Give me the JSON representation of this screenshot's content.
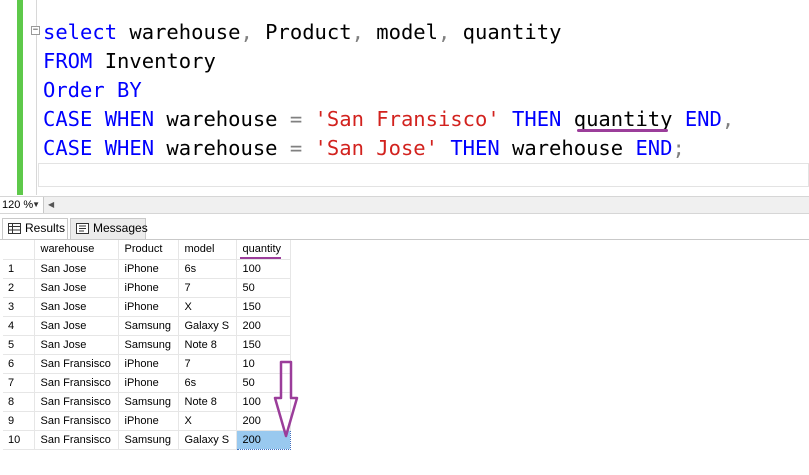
{
  "editor": {
    "collapse_glyph": "−",
    "lines": [
      [
        {
          "t": "select",
          "c": "kw"
        },
        {
          "t": " warehouse",
          "c": ""
        },
        {
          "t": ",",
          "c": "op"
        },
        {
          "t": " Product",
          "c": ""
        },
        {
          "t": ",",
          "c": "op"
        },
        {
          "t": " model",
          "c": ""
        },
        {
          "t": ",",
          "c": "op"
        },
        {
          "t": " quantity",
          "c": ""
        }
      ],
      [
        {
          "t": "FROM",
          "c": "kw"
        },
        {
          "t": " Inventory",
          "c": ""
        }
      ],
      [
        {
          "t": "Order BY",
          "c": "kw"
        }
      ],
      [
        {
          "t": "CASE WHEN",
          "c": "kw"
        },
        {
          "t": " warehouse ",
          "c": ""
        },
        {
          "t": "=",
          "c": "op"
        },
        {
          "t": " ",
          "c": ""
        },
        {
          "t": "'San Fransisco'",
          "c": "str"
        },
        {
          "t": " ",
          "c": ""
        },
        {
          "t": "THEN",
          "c": "kw"
        },
        {
          "t": " quantity ",
          "c": ""
        },
        {
          "t": "END",
          "c": "kw"
        },
        {
          "t": ",",
          "c": "op"
        }
      ],
      [
        {
          "t": "CASE WHEN",
          "c": "kw"
        },
        {
          "t": " warehouse ",
          "c": ""
        },
        {
          "t": "=",
          "c": "op"
        },
        {
          "t": " ",
          "c": ""
        },
        {
          "t": "'San Jose'",
          "c": "str"
        },
        {
          "t": " ",
          "c": ""
        },
        {
          "t": "THEN",
          "c": "kw"
        },
        {
          "t": " warehouse ",
          "c": ""
        },
        {
          "t": "END",
          "c": "kw"
        },
        {
          "t": ";",
          "c": "op"
        }
      ]
    ]
  },
  "zoom": {
    "value": "120 %"
  },
  "tabs": {
    "results": "Results",
    "messages": "Messages"
  },
  "grid": {
    "columns": [
      "warehouse",
      "Product",
      "model",
      "quantity"
    ],
    "rows": [
      [
        "1",
        "San Jose",
        "iPhone",
        "6s",
        "100"
      ],
      [
        "2",
        "San Jose",
        "iPhone",
        "7",
        "50"
      ],
      [
        "3",
        "San Jose",
        "iPhone",
        "X",
        "150"
      ],
      [
        "4",
        "San Jose",
        "Samsung",
        "Galaxy S",
        "200"
      ],
      [
        "5",
        "San Jose",
        "Samsung",
        "Note 8",
        "150"
      ],
      [
        "6",
        "San Fransisco",
        "iPhone",
        "7",
        "10"
      ],
      [
        "7",
        "San Fransisco",
        "iPhone",
        "6s",
        "50"
      ],
      [
        "8",
        "San Fransisco",
        "Samsung",
        "Note 8",
        "100"
      ],
      [
        "9",
        "San Fransisco",
        "iPhone",
        "X",
        "200"
      ],
      [
        "10",
        "San Fransisco",
        "Samsung",
        "Galaxy S",
        "200"
      ]
    ],
    "selected_cell": {
      "row": 10,
      "col": "quantity"
    }
  },
  "annotation_color": "#9b3d9a"
}
